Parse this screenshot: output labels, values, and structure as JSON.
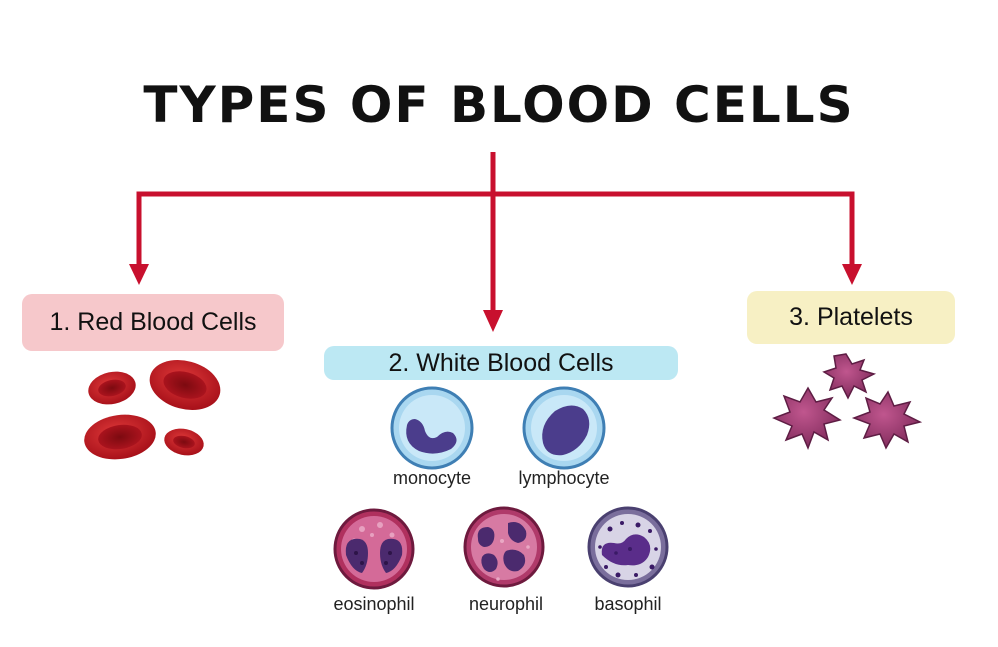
{
  "title": "TYPES OF BLOOD CELLS",
  "categories": {
    "red": "1. Red Blood Cells",
    "white": "2.  White Blood Cells",
    "platelets": "3. Platelets"
  },
  "white_cells": {
    "monocyte": "monocyte",
    "lymphocyte": "lymphocyte",
    "eosinophil": "eosinophil",
    "neurophil": "neurophil",
    "basophil": "basophil"
  },
  "colors": {
    "arrow": "#c8102e",
    "red_box": "#f6c8cb",
    "white_box": "#bce8f3",
    "platelet_box": "#f7f0c4",
    "rbc": "#c7161f",
    "platelet": "#9a3a6e"
  }
}
